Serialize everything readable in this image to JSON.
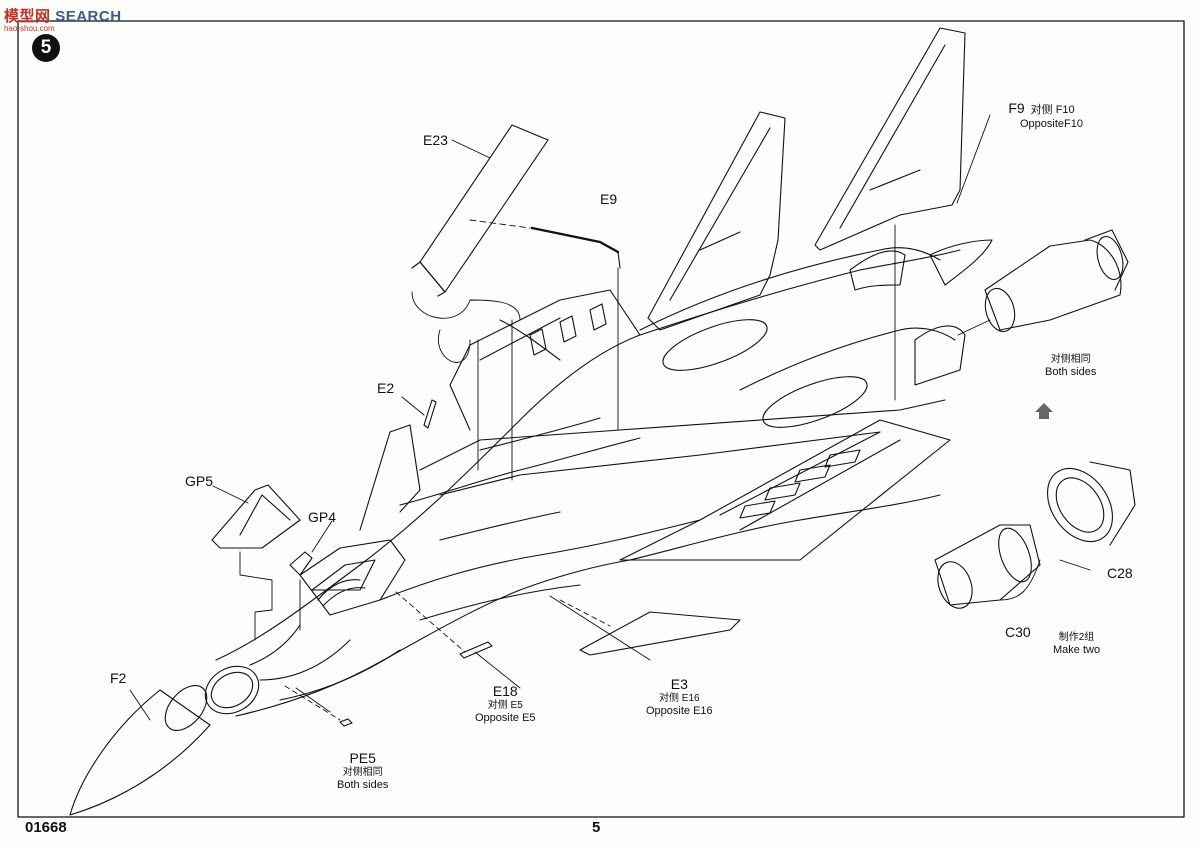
{
  "watermark": {
    "cn": "模型网",
    "en": "SEARCH",
    "url": "hao-shou.com"
  },
  "step_number": "5",
  "kit_number": "01668",
  "page_number": "5",
  "colors": {
    "line": "#111111",
    "paper": "#fdfdfb",
    "badge": "#111111",
    "watermark_blue": "#3f5a88",
    "watermark_red": "#c43226"
  },
  "parts": {
    "e23": {
      "id": "E23"
    },
    "e9": {
      "id": "E9"
    },
    "f9": {
      "id": "F9",
      "note_cn": "对侧 F10",
      "note_en": "OppositeF10"
    },
    "e2": {
      "id": "E2"
    },
    "gp5": {
      "id": "GP5"
    },
    "gp4": {
      "id": "GP4"
    },
    "nozzle": {
      "note_cn": "对侧相同",
      "note_en": "Both sides"
    },
    "c28": {
      "id": "C28"
    },
    "c30": {
      "id": "C30"
    },
    "make_two": {
      "note_cn": "制作2组",
      "note_en": "Make two"
    },
    "f2": {
      "id": "F2"
    },
    "pe5": {
      "id": "PE5",
      "note_cn": "对侧相同",
      "note_en": "Both sides"
    },
    "e18": {
      "id": "E18",
      "note_cn": "对侧  E5",
      "note_en": "Opposite E5"
    },
    "e3": {
      "id": "E3",
      "note_cn": "对侧  E16",
      "note_en": "Opposite E16"
    }
  },
  "icons": [
    "up-arrow-icon"
  ]
}
